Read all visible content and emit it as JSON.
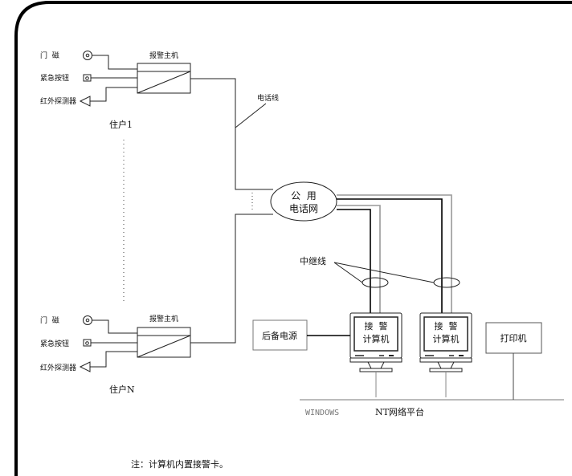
{
  "diagram": {
    "type": "network-topology",
    "nodes": {
      "household_1": {
        "label": "住户1",
        "alarm_host_label": "报警主机",
        "sensors": [
          {
            "name": "door_magnet",
            "label": "门  磁",
            "icon": "door-sensor-icon"
          },
          {
            "name": "emergency_button",
            "label": "紧急按钮",
            "icon": "panic-button-icon"
          },
          {
            "name": "infrared_detector",
            "label": "红外探测器",
            "icon": "infrared-detector-icon"
          }
        ]
      },
      "household_n": {
        "label": "住户N",
        "alarm_host_label": "报警主机",
        "sensors": [
          {
            "name": "door_magnet",
            "label": "门  磁",
            "icon": "door-sensor-icon"
          },
          {
            "name": "emergency_button",
            "label": "紧急按钮",
            "icon": "panic-button-icon"
          },
          {
            "name": "infrared_detector",
            "label": "红外探测器",
            "icon": "infrared-detector-icon"
          }
        ]
      },
      "pstn": {
        "line1": "公  用",
        "line2": "电话网"
      },
      "computers": [
        {
          "line1": "接  警",
          "line2": "计算机"
        },
        {
          "line1": "接  警",
          "line2": "计算机"
        }
      ],
      "backup_power": {
        "label": "后备电源"
      },
      "printer": {
        "label": "打印机"
      }
    },
    "labels": {
      "phone_line": "电话线",
      "trunk_line": "中继线",
      "network_os": "WINDOWS",
      "network_platform": "NT网络平台"
    },
    "note": "注：计算机内置接警卡。"
  }
}
